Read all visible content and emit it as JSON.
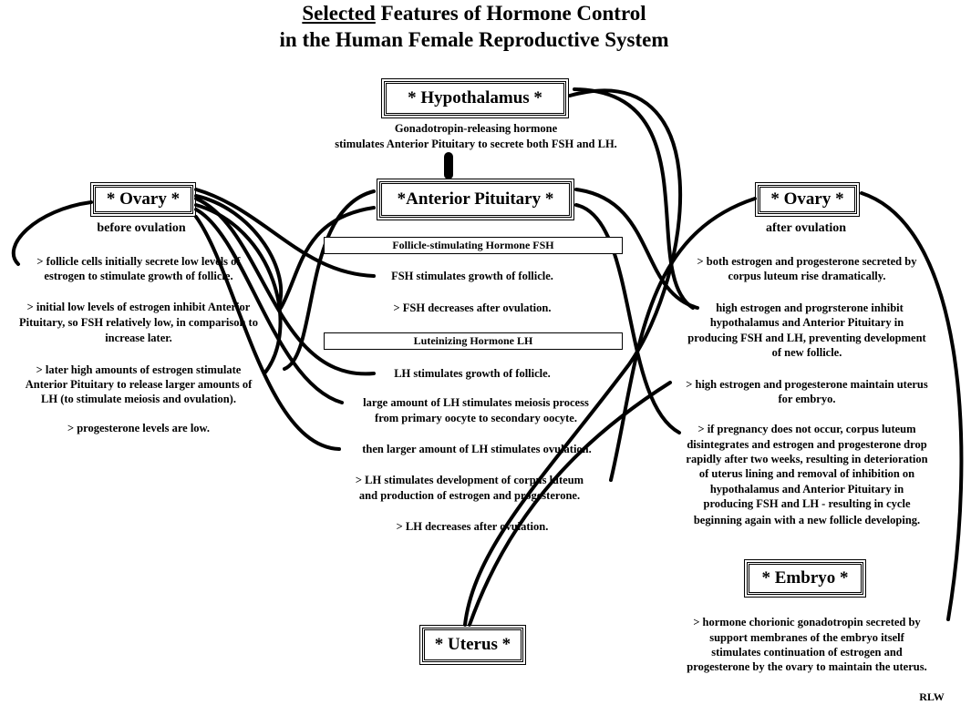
{
  "title": {
    "line1_underlined": "Selected",
    "line1_rest": " Features of Hormone Control",
    "line2": "in the Human Female Reproductive System"
  },
  "boxes": {
    "hypothalamus": "* Hypothalamus *",
    "anterior_pituitary": "*Anterior Pituitary *",
    "ovary_before": "* Ovary *",
    "ovary_after": "* Ovary *",
    "embryo": "* Embryo *",
    "uterus": "* Uterus *"
  },
  "captions": {
    "ovary_before": "before ovulation",
    "ovary_after": "after ovulation"
  },
  "gnrh": [
    "Gonadotropin-releasing hormone",
    "stimulates Anterior Pituitary to secrete both FSH and LH."
  ],
  "fsh_header": "Follicle-stimulating Hormone FSH",
  "lh_header": "Luteinizing Hormone LH",
  "center": {
    "fsh1": "FSH stimulates growth of follicle.",
    "fsh2": "> FSH decreases after ovulation.",
    "lh1": "LH stimulates growth of follicle.",
    "lh2": [
      "large amount of LH stimulates meiosis process",
      "from primary oocyte to secondary oocyte."
    ],
    "lh3": "then larger amount of LH stimulates ovulation.",
    "lh4": [
      "> LH stimulates development of corpus luteum",
      "and production of estrogen and progesterone."
    ],
    "lh5": "> LH decreases after ovulation."
  },
  "left": [
    [
      "> follicle cells initially secrete low levels of",
      "estrogen to stimulate growth of follicle."
    ],
    [
      "> initial low levels of estrogen inhibit Anterior",
      "Pituitary, so FSH relatively low, in comparison to",
      "increase later."
    ],
    [
      "> later high amounts of estrogen stimulate",
      "Anterior Pituitary to release larger amounts of",
      "LH (to stimulate meiosis and ovulation)."
    ],
    [
      "> progesterone levels are low."
    ]
  ],
  "right": [
    [
      "> both estrogen and progesterone secreted by",
      "corpus luteum rise dramatically."
    ],
    [
      "high estrogen and progrsterone inhibit",
      "hypothalamus and Anterior Pituitary in",
      "producing FSH and LH, preventing development",
      "of new follicle."
    ],
    [
      "> high estrogen and progesterone maintain uterus",
      "for embryo."
    ],
    [
      "> if pregnancy does not occur, corpus luteum",
      "disintegrates and estrogen and progesterone drop",
      "rapidly after two weeks, resulting in deterioration",
      "of uterus lining and removal of inhibition on",
      "hypothalamus and Anterior Pituitary in",
      "producing FSH and LH - resulting in cycle",
      "beginning again with a new follicle developing."
    ]
  ],
  "embryo_text": [
    "> hormone chorionic gonadotropin secreted by",
    "support membranes of the embryo itself",
    "stimulates continuation of estrogen and",
    "progesterone by the ovary to maintain the uterus."
  ],
  "author": "RLW"
}
